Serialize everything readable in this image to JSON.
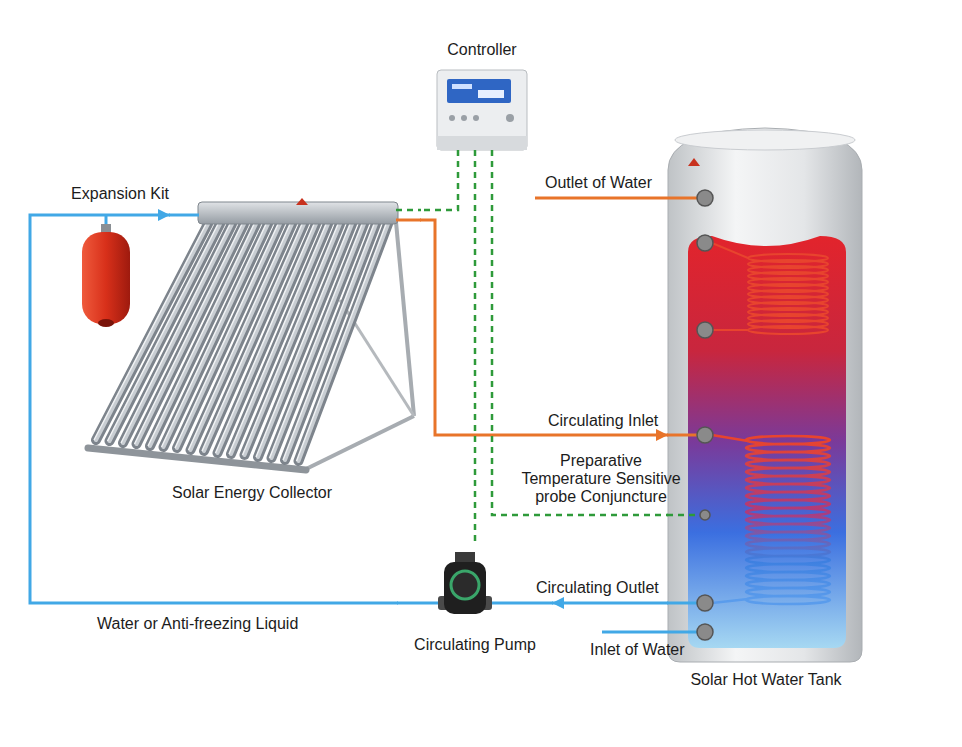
{
  "diagram": {
    "nodes": [
      {
        "text": [
          "Controller"
        ]
      },
      {
        "text": [
          "Expansion Kit"
        ]
      },
      {
        "text": [
          "Solar Energy Collector"
        ]
      },
      {
        "text": [
          "Circulating Pump"
        ]
      },
      {
        "text": [
          "Solar Hot Water Tank"
        ]
      }
    ],
    "edges": [
      {
        "from": 2,
        "to": 4,
        "arrow": "to",
        "label": "Circulating Inlet"
      },
      {
        "from": 4,
        "to": 3,
        "arrow": "to",
        "label": "Circulating Outlet"
      },
      {
        "from": 3,
        "to": 2,
        "arrow": "to",
        "label": "Water or Anti-freezing Liquid"
      },
      {
        "from": 0,
        "to": 2,
        "arrow": "none"
      },
      {
        "from": 0,
        "to": 3,
        "arrow": "none"
      },
      {
        "from": 0,
        "to": 4,
        "arrow": "none"
      }
    ],
    "labels": [
      "Outlet of Water",
      "Preparative Temperature Sensitive probe Conjuncture",
      "Inlet of Water"
    ]
  }
}
